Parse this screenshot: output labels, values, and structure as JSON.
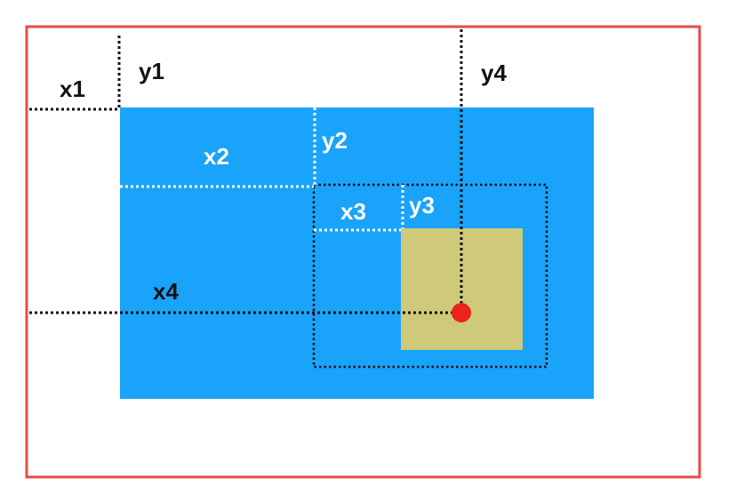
{
  "labels": {
    "x1": "x1",
    "y1": "y1",
    "x2": "x2",
    "y2": "y2",
    "x3": "x3",
    "y3": "y3",
    "x4": "x4",
    "y4": "y4"
  },
  "colors": {
    "viewport_border": "#e84a4a",
    "outer_box": "#1aa3fb",
    "inner_box": "#cfc97a",
    "point": "#e8241c",
    "dark_line": "#111111",
    "light_line": "#ffffff",
    "dark_text": "#111111",
    "light_text": "#ffffff"
  }
}
